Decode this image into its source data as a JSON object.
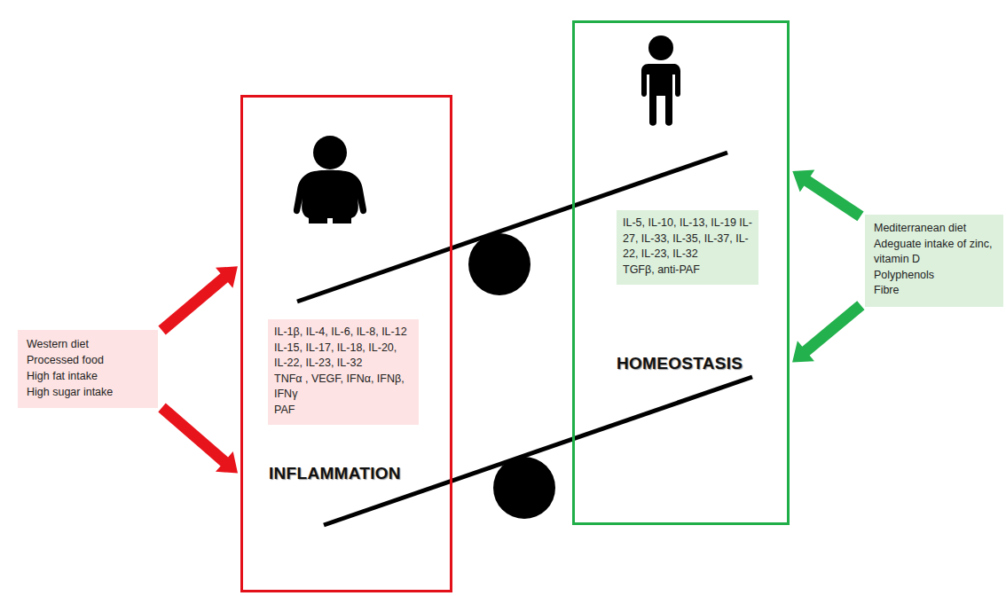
{
  "diagram": {
    "nodes": [
      {
        "text": [
          "Western diet",
          "Processed food",
          "High fat intake",
          "High sugar intake"
        ]
      },
      {
        "text": [
          "INFLAMMATION"
        ]
      },
      {
        "text": [
          "IL-1β, IL-4, IL-6, IL-8, IL-12 IL-15, IL-17, IL-18, IL-20, IL-22, IL-23, IL-32",
          "TNFα , VEGF, IFNα, IFNβ, IFNγ",
          "PAF"
        ],
        "in": 1
      },
      {
        "text": [
          "HOMEOSTASIS"
        ]
      },
      {
        "text": [
          "IL-5, IL-10, IL-13, IL-19 IL-27, IL-33, IL-35, IL-37, IL-22, IL-23, IL-32",
          "TGFβ, anti-PAF"
        ],
        "in": 3
      },
      {
        "text": [
          "Mediterranean diet",
          "Adeguate intake of zinc, vitamin D",
          "Polyphenols",
          "Fibre"
        ]
      }
    ],
    "edges": [
      {
        "from": 0,
        "to": 1,
        "arrow": "to"
      },
      {
        "from": 0,
        "to": 1,
        "arrow": "to"
      },
      {
        "from": 5,
        "to": 3,
        "arrow": "to"
      },
      {
        "from": 5,
        "to": 3,
        "arrow": "to"
      }
    ]
  }
}
